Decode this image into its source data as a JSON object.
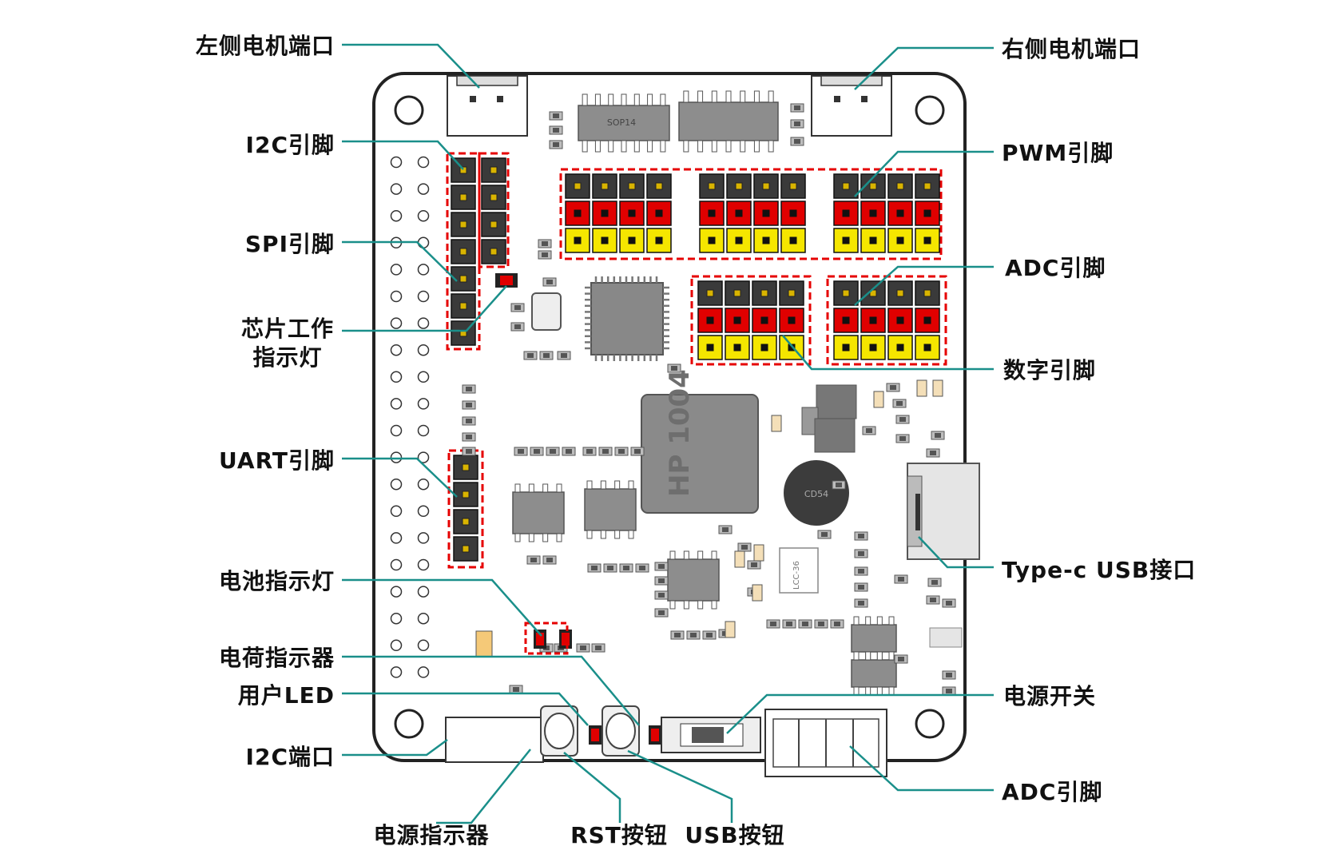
{
  "labels": {
    "left_motor": "左侧电机端口",
    "right_motor": "右侧电机端口",
    "i2c_pins": "I2C引脚",
    "spi_pins": "SPI引脚",
    "chip_led_line1": "芯片工作",
    "chip_led_line2": "指示灯",
    "uart_pins": "UART引脚",
    "battery_led": "电池指示灯",
    "charge_indicator": "电荷指示器",
    "user_led": "用户LED",
    "i2c_port": "I2C端口",
    "power_indicator": "电源指示器",
    "rst_button": "RST按钮",
    "usb_button": "USB按钮",
    "pwm_pins": "PWM引脚",
    "adc_pins_top": "ADC引脚",
    "digital_pins": "数字引脚",
    "typec_port": "Type-c USB接口",
    "power_switch": "电源开关",
    "adc_pins_bottom": "ADC引脚"
  },
  "chip_marks": {
    "sop14": "SOP14",
    "inductor": "HP 1004",
    "cd54": "CD54",
    "lcc": "LCC-36"
  },
  "colors": {
    "leader_line": "#1a8f8a",
    "header_black": "#3a3a3a",
    "header_red": "#e00000",
    "header_yellow": "#f5e600",
    "dashed_outline": "#e60000",
    "board_outline": "#222222"
  }
}
